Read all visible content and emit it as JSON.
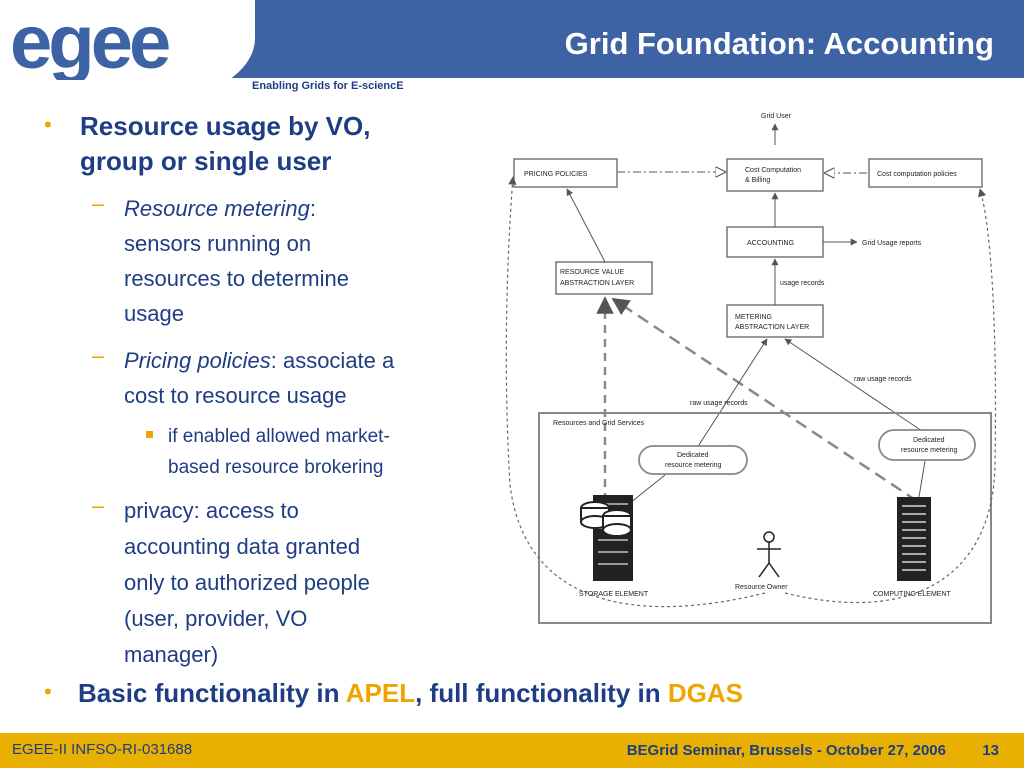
{
  "header": {
    "logo_text": "egee",
    "tagline": "Enabling Grids for E-sciencE",
    "title": "Grid Foundation: Accounting"
  },
  "bullets": {
    "b1_line1": "Resource usage by VO,",
    "b1_line2": "group or single user",
    "s1_italic": "Resource metering",
    "s1_colon": ":",
    "s1_line2": "sensors running on",
    "s1_line3": "resources to determine",
    "s1_line4": "usage",
    "s2_italic": "Pricing policies",
    "s2_rest": ": associate a",
    "s2_line2": "cost to resource usage",
    "ss1_line1": "if enabled allowed market-",
    "ss1_line2": "based resource brokering",
    "s3_line1": "privacy: access to",
    "s3_line2": "accounting data granted",
    "s3_line3": "only to authorized people",
    "s3_line4": "(user, provider, VO",
    "s3_line5": "manager)",
    "b2_prefix": "Basic functionality in ",
    "b2_apel": "APEL",
    "b2_mid": ", full functionality in ",
    "b2_dgas": "DGAS"
  },
  "diagram": {
    "grid_user": "Grid User",
    "pricing_policies": "PRICING POLICIES",
    "cost_computation_1": "Cost Computation",
    "cost_computation_2": "& Billing",
    "cost_policies": "Cost computation policies",
    "accounting": "ACCOUNTING",
    "grid_usage_reports": "Grid Usage reports",
    "rval_1": "RESOURCE VALUE",
    "rval_2": "ABSTRACTION LAYER",
    "usage_records": "usage records",
    "meter_1": "METERING",
    "meter_2": "ABSTRACTION LAYER",
    "raw_usage_1": "raw usage records",
    "raw_usage_2": "raw usage records",
    "resources_grid": "Resources and Grid Services",
    "dedicated_1a": "Dedicated",
    "dedicated_1b": "resource metering",
    "dedicated_2a": "Dedicated",
    "dedicated_2b": "resource metering",
    "storage": "STORAGE ELEMENT",
    "resource_owner": "Resource Owner",
    "computing": "COMPUTING ELEMENT"
  },
  "footer": {
    "left": "EGEE-II INFSO-RI-031688",
    "right": "BEGrid Seminar, Brussels - October 27, 2006",
    "page": "13"
  },
  "colors": {
    "header_blue": "#3d63a5",
    "text_blue": "#1f3d84",
    "accent_orange": "#f0a400",
    "footer_yellow": "#e8b000"
  }
}
